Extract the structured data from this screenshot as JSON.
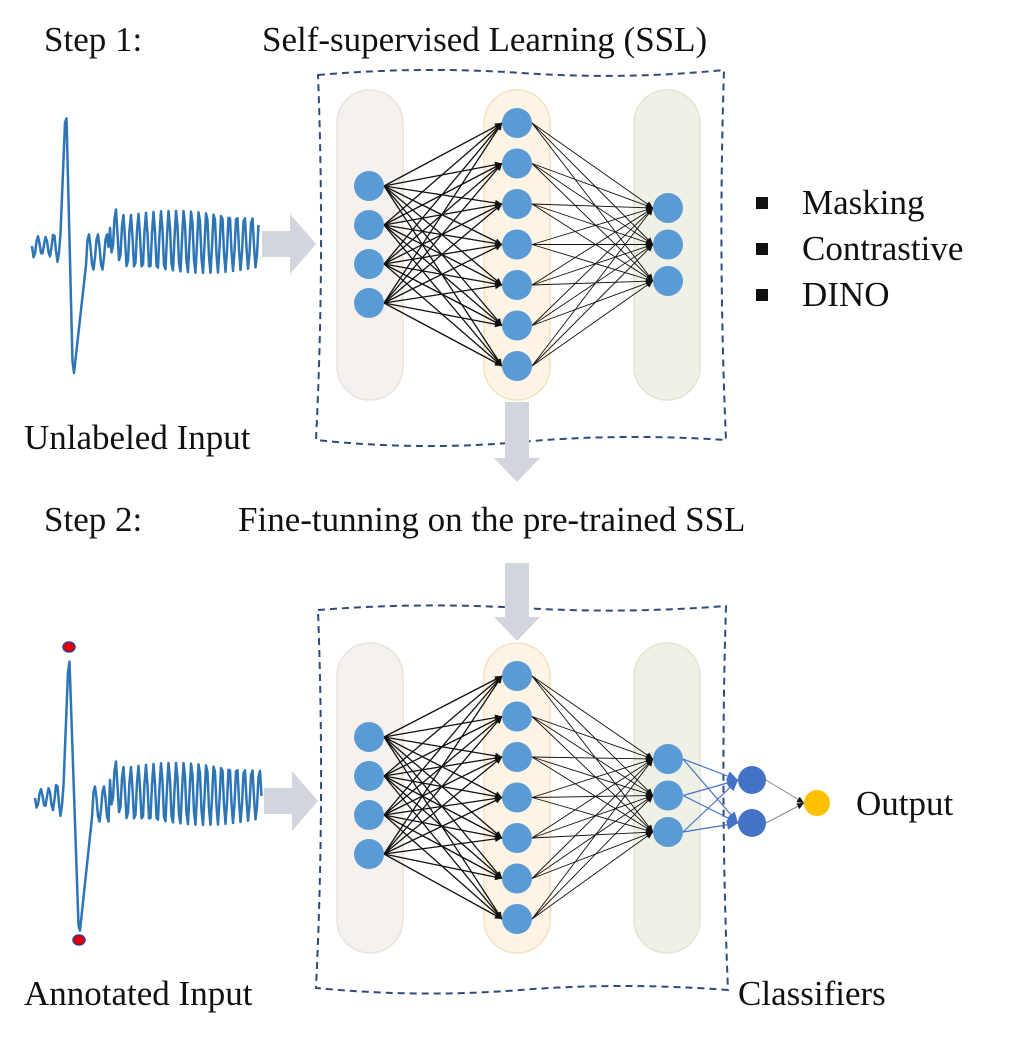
{
  "step1": {
    "label": "Step 1:",
    "title": "Self-supervised Learning (SSL)",
    "input_label": "Unlabeled Input",
    "methods": [
      "Masking",
      "Contrastive",
      "DINO"
    ]
  },
  "step2": {
    "label": "Step 2:",
    "title": "Fine-tunning on the pre-trained SSL",
    "input_label": "Annotated Input",
    "classifier_label": "Classifiers",
    "output_label": "Output"
  },
  "network": {
    "layer_sizes": [
      4,
      7,
      3
    ],
    "classifier_size": 2,
    "output_size": 1
  },
  "colors": {
    "neuron": "#5b9bd5",
    "classifier_neuron": "#4472c4",
    "output_neuron": "#ffc000",
    "annotation_marker": "#e00000",
    "signal": "#2e75b6",
    "input_layer_bg": "#f5f1ed",
    "hidden_layer_bg": "#fdf4e6",
    "output_layer_bg": "#eff1e6",
    "dashed_border": "#2f4b7c",
    "arrow": "#d0d5de"
  }
}
